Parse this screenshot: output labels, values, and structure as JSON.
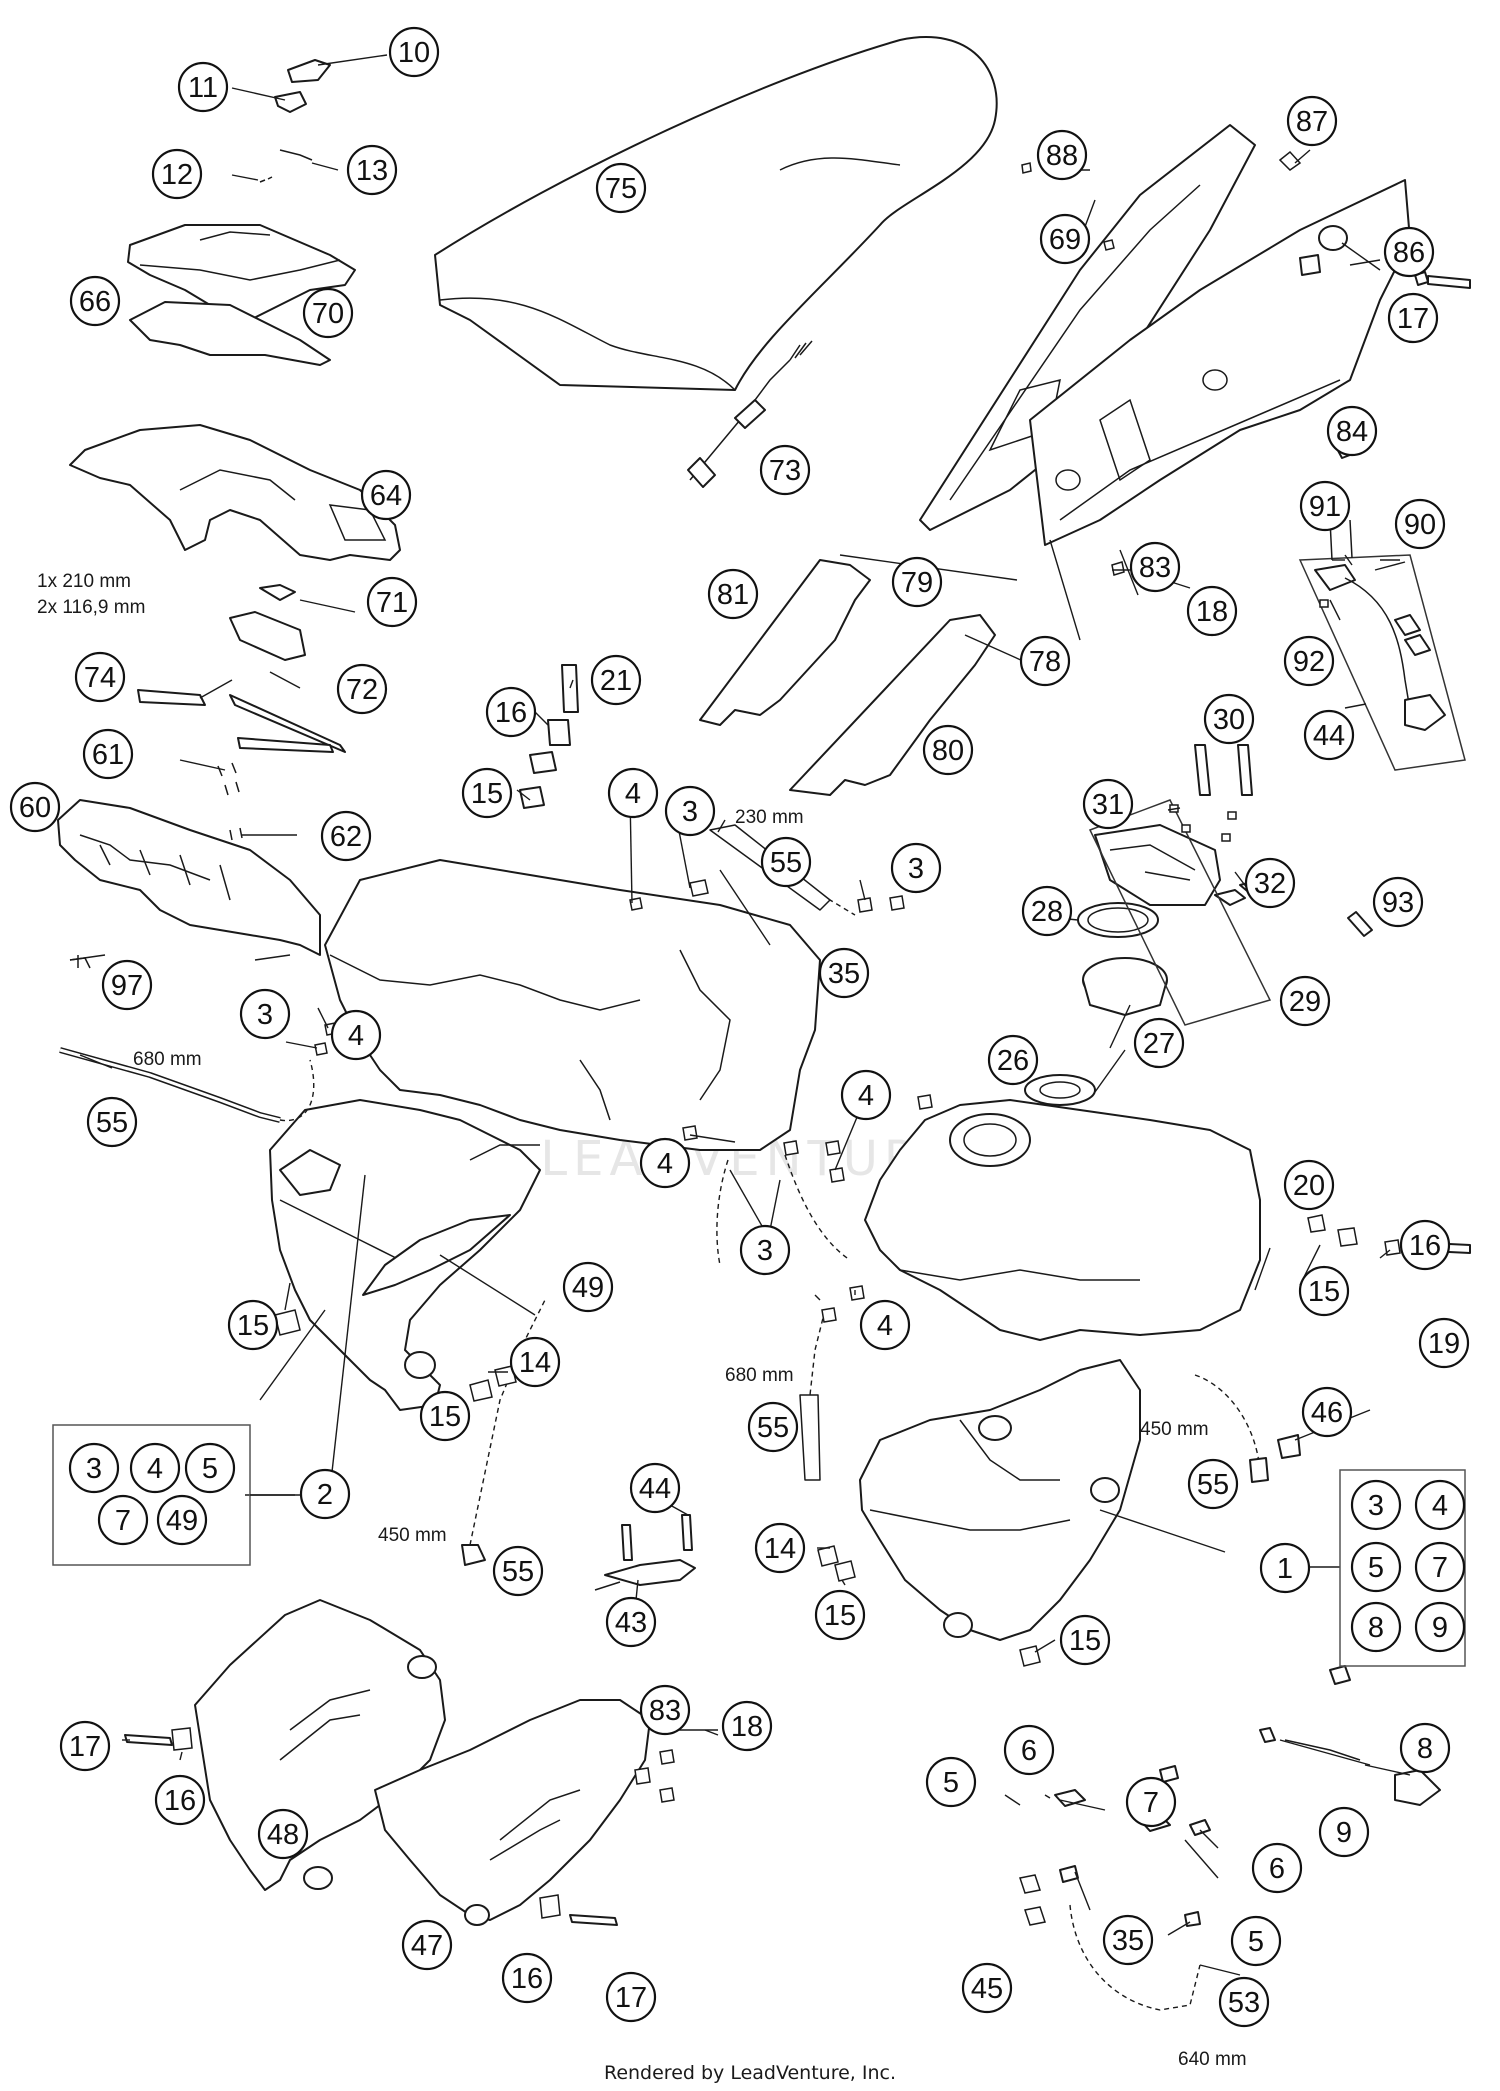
{
  "diagram": {
    "parts": [
      "1",
      "2",
      "3",
      "4",
      "5",
      "6",
      "7",
      "8",
      "9",
      "10",
      "11",
      "12",
      "13",
      "14",
      "15",
      "16",
      "17",
      "18",
      "19",
      "20",
      "21",
      "26",
      "27",
      "28",
      "29",
      "30",
      "31",
      "32",
      "35",
      "43",
      "44",
      "45",
      "46",
      "47",
      "48",
      "49",
      "53",
      "55",
      "60",
      "61",
      "62",
      "64",
      "66",
      "69",
      "70",
      "71",
      "72",
      "73",
      "74",
      "75",
      "78",
      "79",
      "80",
      "81",
      "83",
      "84",
      "86",
      "87",
      "88",
      "90",
      "91",
      "92",
      "93",
      "97"
    ],
    "group_box_left": [
      "3",
      "4",
      "5",
      "7",
      "49"
    ],
    "group_box_left_parent": "2",
    "group_box_right": [
      "3",
      "4",
      "5",
      "7",
      "8",
      "9"
    ],
    "group_box_right_parent": "1",
    "dimensions": {
      "cut_lengths_1": "1x 210 mm",
      "cut_lengths_2": "2x 116,9 mm",
      "hose_230": "230 mm",
      "hose_680_left": "680 mm",
      "hose_680_center": "680 mm",
      "hose_450_left": "450 mm",
      "hose_450_right": "450 mm",
      "hose_640": "640 mm"
    },
    "watermark": "LEADVENTURE",
    "footer": "Rendered by LeadVenture, Inc."
  }
}
